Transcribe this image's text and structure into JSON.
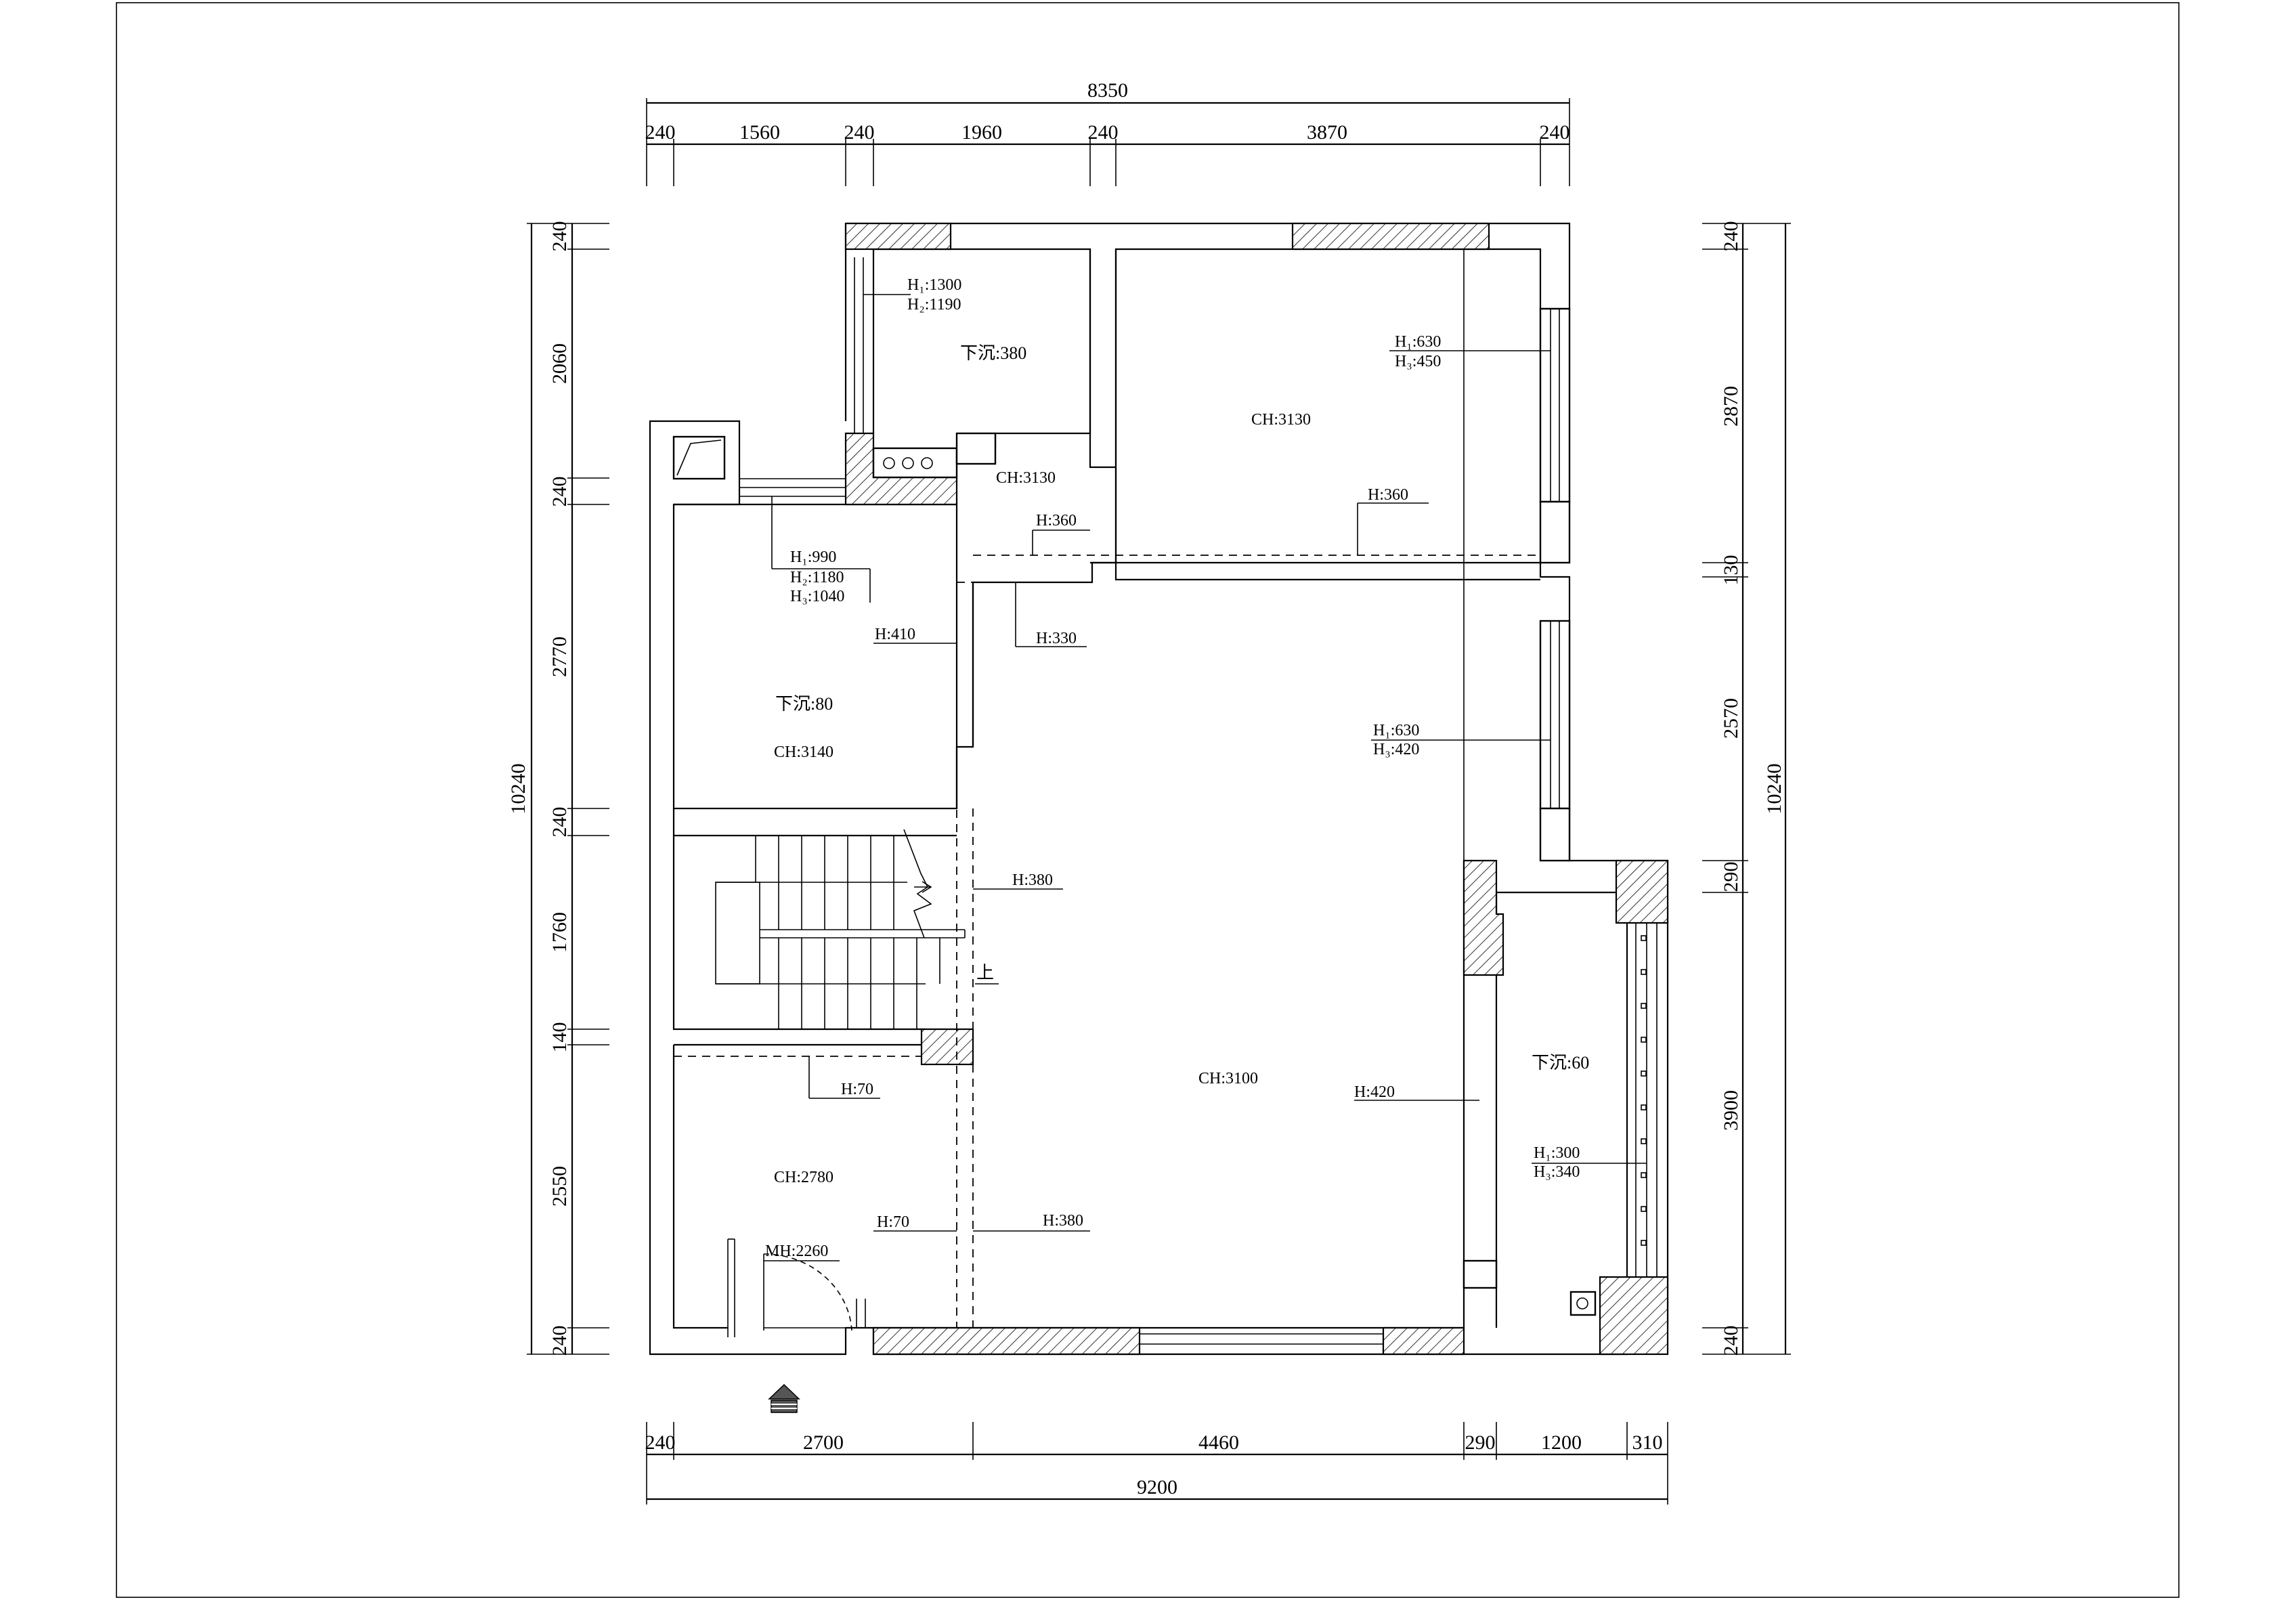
{
  "dimensions": {
    "top_total": "8350",
    "top_segments": [
      "240",
      "1560",
      "240",
      "1960",
      "240",
      "3870",
      "240"
    ],
    "bottom_segments": [
      "240",
      "2700",
      "4460",
      "290",
      "1200",
      "310"
    ],
    "bottom_total": "9200",
    "left_total": "10240",
    "left_segments": [
      "240",
      "2060",
      "240",
      "2770",
      "240",
      "1760",
      "140",
      "2550",
      "240"
    ],
    "right_total": "10240",
    "right_segments": [
      "240",
      "2870",
      "130",
      "2570",
      "290",
      "3900",
      "240"
    ]
  },
  "annotations": {
    "kitchen_h1": "H₁:1300",
    "kitchen_h2": "H₂:1190",
    "kitchen_sunk": "下沉:380",
    "kitchen_ch": "CH:3130",
    "bedroom_h1": "H₁:630",
    "bedroom_h3": "H₃:450",
    "bedroom_ch": "CH:3130",
    "bedroom_h": "H:360",
    "passage_h": "H:360",
    "passage_h330": "H:330",
    "bath_h1": "H₁:990",
    "bath_h2": "H₂:1180",
    "bath_h3": "H₃:1040",
    "bath_h410": "H:410",
    "bath_sunk": "下沉:80",
    "bath_ch": "CH:3140",
    "living_h1": "H₁:630",
    "living_h3": "H₃:420",
    "stair_h380": "H:380",
    "stair_up": "上",
    "living_ch": "CH:3100",
    "living_h420": "H:420",
    "balcony_sunk": "下沉:60",
    "balcony_h1": "H₁:300",
    "balcony_h3": "H₃:340",
    "lower_h70": "H:70",
    "lower_ch": "CH:2780",
    "lower_h70b": "H:70",
    "lower_h380": "H:380",
    "door_mh": "MH:2260"
  }
}
